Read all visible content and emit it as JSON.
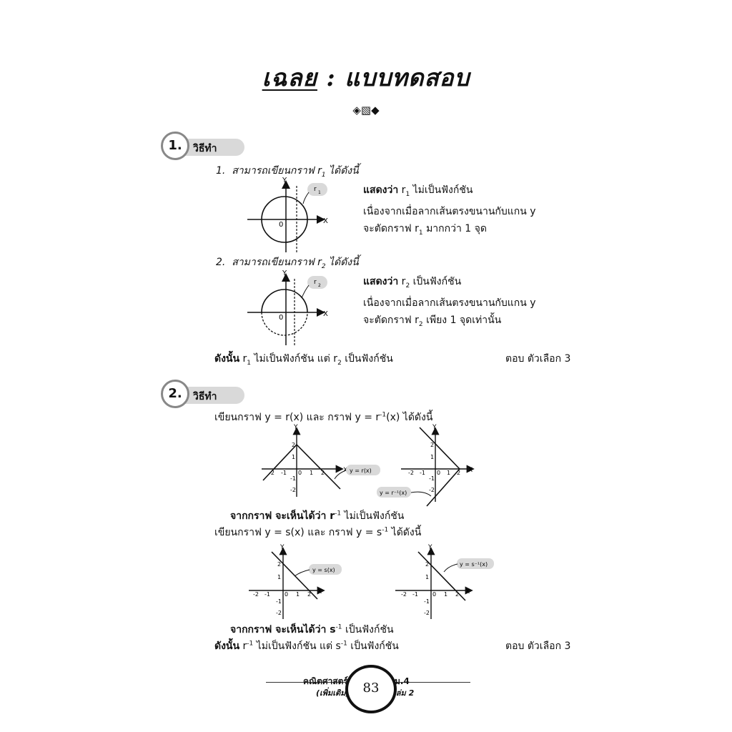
{
  "page": {
    "title_prefix": "เฉลย",
    "title_main": " : แบบทดสอบ",
    "ornament": "◈▧◆"
  },
  "q1": {
    "number": "1.",
    "method": "วิธีทำ",
    "part1_num": "1.",
    "part1_text": "สามารถเขียนกราฟ r",
    "part1_sub": "1",
    "part1_tail": " ได้ดังนี้",
    "r1_shows": "แสดงว่า",
    "r1_line1": " r",
    "r1_line1_sub": "1",
    "r1_line1_tail": " ไม่เป็นฟังก์ชัน",
    "r1_line2": "เนื่องจากเมื่อลากเส้นตรงขนานกับแกน y",
    "r1_line3": "จะตัดกราฟ r",
    "r1_line3_sub": "1",
    "r1_line3_tail": " มากกว่า 1 จุด",
    "part2_num": "2.",
    "part2_text": "สามารถเขียนกราฟ r",
    "part2_sub": "2",
    "part2_tail": " ได้ดังนี้",
    "r2_shows": "แสดงว่า",
    "r2_line1": " r",
    "r2_line1_sub": "2",
    "r2_line1_tail": " เป็นฟังก์ชัน",
    "r2_line2": "เนื่องจากเมื่อลากเส้นตรงขนานกับแกน y",
    "r2_line3": "จะตัดกราฟ r",
    "r2_line3_sub": "2",
    "r2_line3_tail": " เพียง 1 จุดเท่านั้น",
    "conclusion_lead": "ดังนั้น",
    "conclusion_a": " r",
    "conclusion_a_sub": "1",
    "conclusion_b": " ไม่เป็นฟังก์ชัน แต่ r",
    "conclusion_b_sub": "2",
    "conclusion_c": " เป็นฟังก์ชัน",
    "answer": "ตอบ ตัวเลือก 3",
    "graph1_label": "r",
    "graph1_label_sub": "1",
    "graph2_label": "r",
    "graph2_label_sub": "2"
  },
  "q2": {
    "number": "2.",
    "method": "วิธีทำ",
    "intro_a": "เขียนกราฟ y  =  r(x) และ กราฟ  y  =  r",
    "intro_sup": "-1",
    "intro_b": "(x) ได้ดังนี้",
    "graph_r_label": "y = r(x)",
    "graph_rinv_label": "y = r⁻¹(x)",
    "from_graph1_a": "จากกราฟ จะเห็นได้ว่า r",
    "from_graph1_sup": "-1",
    "from_graph1_b": " ไม่เป็นฟังก์ชัน",
    "intro2_a": "เขียนกราฟ  y = s(x) และ กราฟ y = s",
    "intro2_sup": "-1",
    "intro2_b": " ได้ดังนี้",
    "graph_s_label": "y = s(x)",
    "graph_sinv_label": "y = s⁻¹(x)",
    "from_graph2_a": "จากกราฟ จะเห็นได้ว่า s",
    "from_graph2_sup": "-1",
    "from_graph2_b": " เป็นฟังก์ชัน",
    "conclusion_lead": "ดังนั้น",
    "conclusion_a": "  r",
    "conclusion_a_sup": "-1",
    "conclusion_b": " ไม่เป็นฟังก์ชัน แต่ s",
    "conclusion_b_sup": "-1",
    "conclusion_c": " เป็นฟังก์ชัน",
    "answer": "ตอบ ตัวเลือก 3"
  },
  "axis": {
    "x": "X",
    "y": "Y",
    "origin": "0",
    "xticks": [
      "-2",
      "-1",
      "0",
      "1",
      "2"
    ],
    "yticks": [
      "2",
      "1",
      "-1",
      "-2"
    ]
  },
  "footer": {
    "subject": "คณิตศาสตร์",
    "subject_sub": "(เพิ่มเติม)",
    "page_number": "83",
    "grade": "ม.4",
    "volume": "เล่ม 2"
  }
}
